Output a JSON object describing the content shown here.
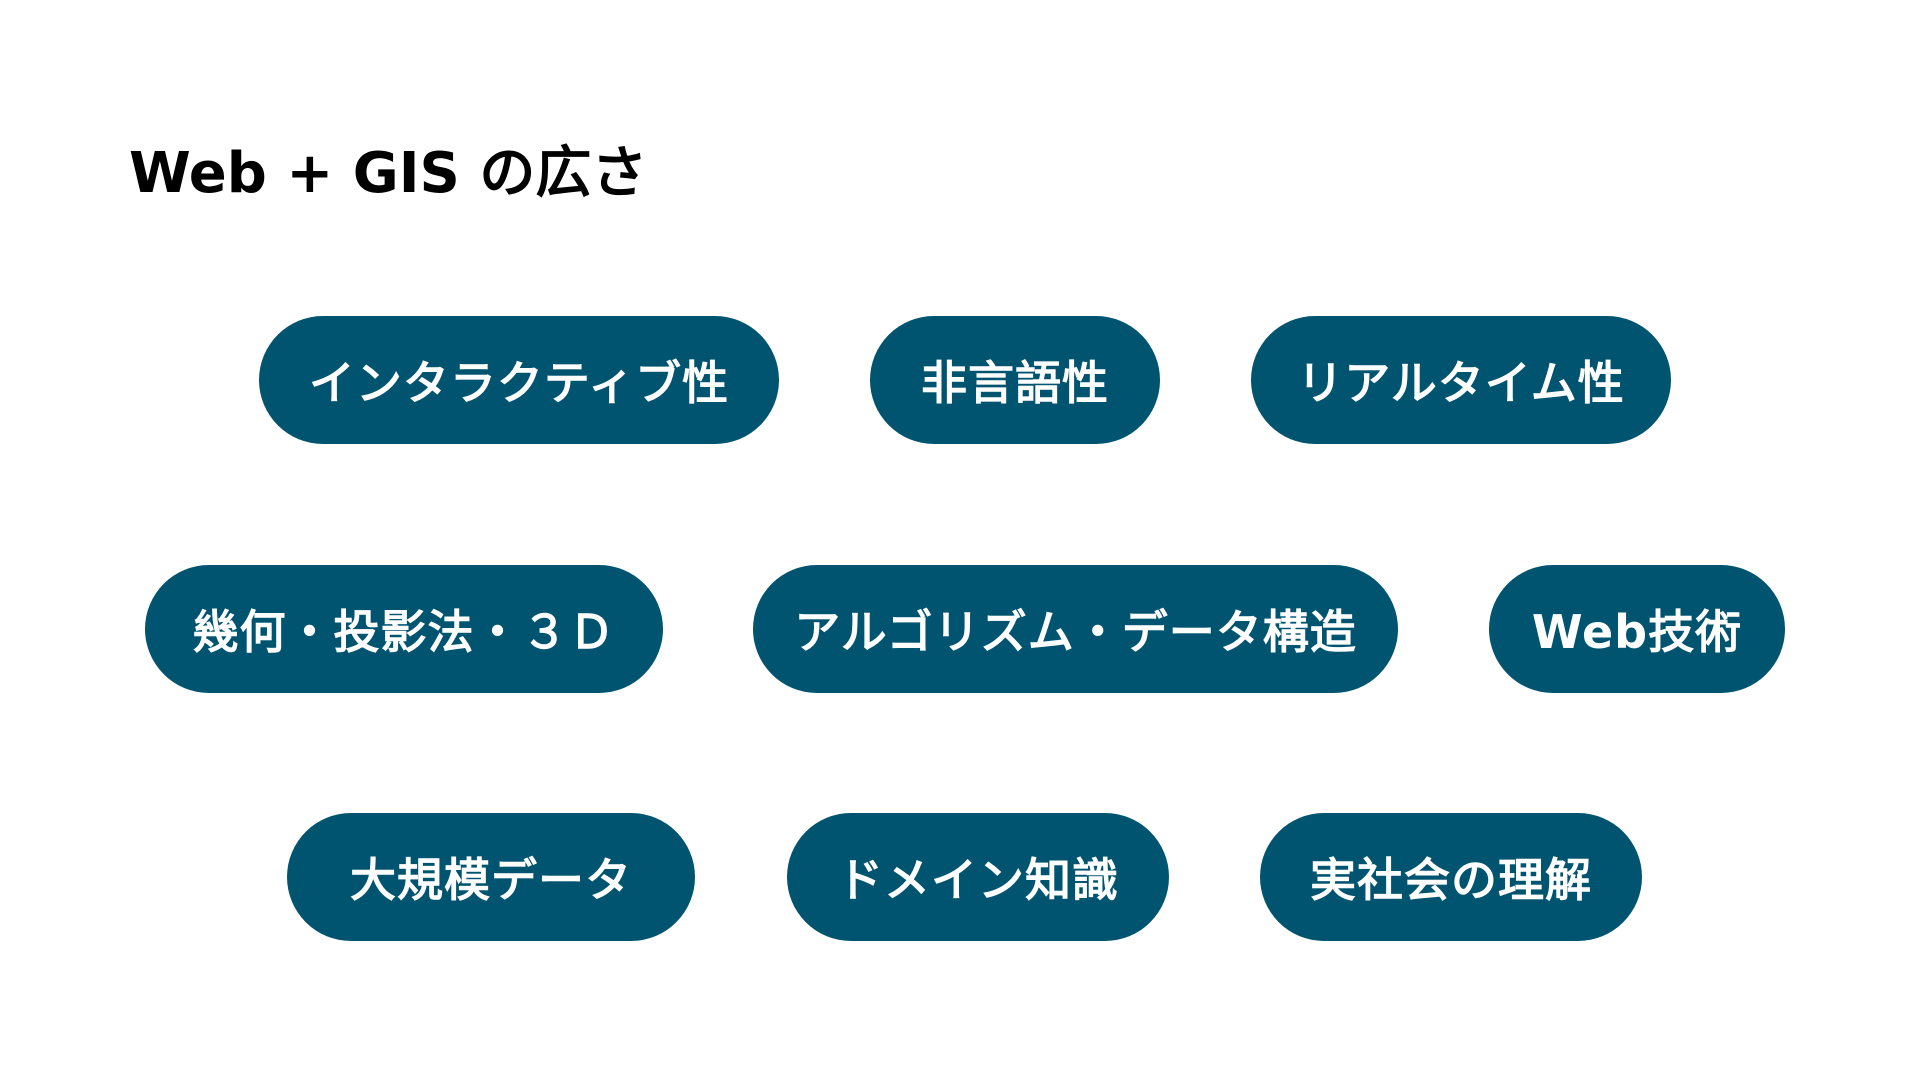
{
  "title": "Web + GIS の広さ",
  "accent_color": "#00546F",
  "pills": [
    {
      "label": "インタラクティブ性"
    },
    {
      "label": "非言語性"
    },
    {
      "label": "リアルタイム性"
    },
    {
      "label": "幾何・投影法・３Ｄ"
    },
    {
      "label": "アルゴリズム・データ構造"
    },
    {
      "label": "Web技術"
    },
    {
      "label": "大規模データ"
    },
    {
      "label": "ドメイン知識"
    },
    {
      "label": "実社会の理解"
    }
  ]
}
